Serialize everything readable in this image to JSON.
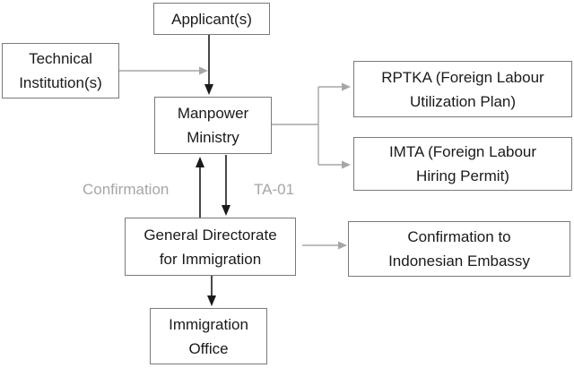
{
  "diagram": {
    "nodes": {
      "applicant": {
        "label": "Applicant(s)"
      },
      "technical": {
        "label": "Technical\nInstitution(s)"
      },
      "manpower": {
        "label": "Manpower\nMinistry"
      },
      "rptka": {
        "label": "RPTKA (Foreign Labour\nUtilization Plan)"
      },
      "imta": {
        "label": "IMTA (Foreign Labour\nHiring Permit)"
      },
      "directorate": {
        "label": "General Directorate\nfor Immigration"
      },
      "embassy": {
        "label": "Confirmation to\nIndonesian Embassy"
      },
      "immigration": {
        "label": "Immigration\nOffice"
      }
    },
    "edge_labels": {
      "confirmation": "Confirmation",
      "ta01": "TA-01"
    },
    "edges": [
      {
        "from": "Applicant(s)",
        "to": "Manpower Ministry",
        "color": "black"
      },
      {
        "from": "Technical Institution(s)",
        "to": "Manpower Ministry",
        "color": "gray"
      },
      {
        "from": "Manpower Ministry",
        "to": "RPTKA (Foreign Labour Utilization Plan)",
        "color": "gray"
      },
      {
        "from": "Manpower Ministry",
        "to": "IMTA (Foreign Labour Hiring Permit)",
        "color": "gray"
      },
      {
        "from": "Manpower Ministry",
        "to": "General Directorate for Immigration",
        "label": "TA-01",
        "color": "black"
      },
      {
        "from": "General Directorate for Immigration",
        "to": "Manpower Ministry",
        "label": "Confirmation",
        "color": "black"
      },
      {
        "from": "General Directorate for Immigration",
        "to": "Confirmation to Indonesian Embassy",
        "color": "gray"
      },
      {
        "from": "General Directorate for Immigration",
        "to": "Immigration Office",
        "color": "black"
      }
    ],
    "colors": {
      "background": "#ffffff",
      "box_fill": "#ffffff",
      "box_border": "#7a7a7a",
      "text": "#1a1a1a",
      "black_arrow": "#1a1a1a",
      "gray_arrow": "#a6a6a6",
      "edge_label_text": "#a6a6a6"
    }
  }
}
